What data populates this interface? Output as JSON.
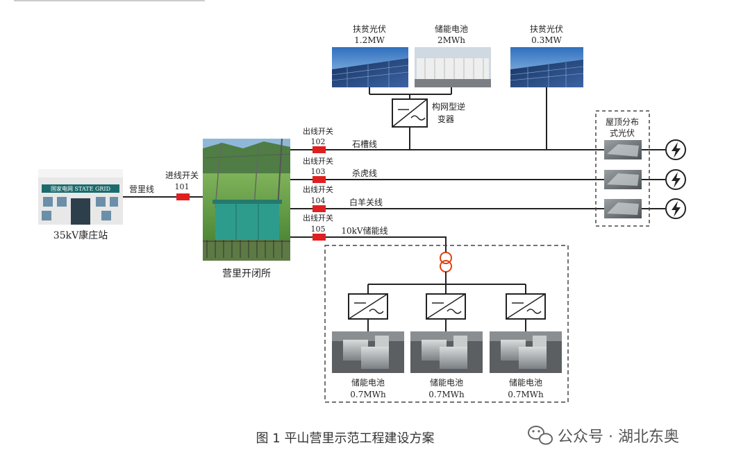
{
  "top_line_text": "",
  "substation": {
    "name": "35kV康庄站",
    "sign_text": "国家电网 STATE GRID"
  },
  "incoming": {
    "switch_label": "进线开关",
    "switch_no": "101",
    "line_name": "营里线"
  },
  "switching_station": {
    "name": "营里开闭所"
  },
  "pv_top_left": {
    "name": "扶贫光伏",
    "capacity": "1.2MW"
  },
  "storage_top": {
    "name": "储能电池",
    "capacity": "2MWh"
  },
  "pv_top_right": {
    "name": "扶贫光伏",
    "capacity": "0.3MW"
  },
  "grid_forming_inverter": {
    "label_line1": "构网型逆",
    "label_line2": "变器"
  },
  "rooftop_pv": {
    "label_line1": "屋顶分布",
    "label_line2": "式光伏"
  },
  "feeders": [
    {
      "switch_label": "出线开关",
      "switch_no": "102",
      "line_name": "石槽线"
    },
    {
      "switch_label": "出线开关",
      "switch_no": "103",
      "line_name": "杀虎线"
    },
    {
      "switch_label": "出线开关",
      "switch_no": "104",
      "line_name": "白羊关线"
    },
    {
      "switch_label": "出线开关",
      "switch_no": "105",
      "line_name": "10kV储能线"
    }
  ],
  "storage_units": [
    {
      "name": "储能电池",
      "capacity": "0.7MWh"
    },
    {
      "name": "储能电池",
      "capacity": "0.7MWh"
    },
    {
      "name": "储能电池",
      "capacity": "0.7MWh"
    }
  ],
  "caption": "图 1 平山营里示范工程建设方案",
  "watermark": "公众号 · 湖北东奥",
  "colors": {
    "line": "#222222",
    "switch": "#e02020",
    "transformer": "#e04010",
    "sky": "#3f7fc9",
    "panel": "#1f3e78",
    "grass": "#5a9b3c",
    "cabinet": "#2e9c8c"
  },
  "icons": [
    "solar-panel-icon",
    "battery-container-icon",
    "inverter-icon",
    "transformer-icon",
    "lightning-load-icon",
    "wechat-icon"
  ]
}
